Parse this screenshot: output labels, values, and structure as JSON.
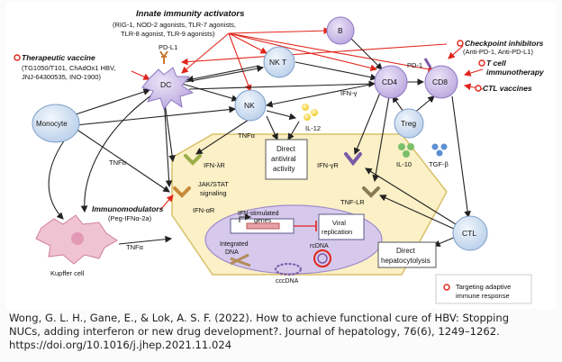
{
  "diagram": {
    "innate": {
      "title": "Innate immunity activators",
      "line1": "(RIG-1, NOD-2 agonists, TLR-7 agonists,",
      "line2": "TLR-8 agonist, TLR-9 agonists)"
    },
    "vaccine": {
      "title": "Therapeutic vaccine",
      "line1": "(TG1050/T101, ChAdOx1 HBV,",
      "line2": "JNJ-64300535, INO-1900)"
    },
    "checkpoint": {
      "title": "Checkpoint inhibitors",
      "line1": "(Anti-PD-1, Anti-PD-L1)"
    },
    "tcell": {
      "line1": "T cell",
      "line2": "immunotherapy"
    },
    "ctl_vaccines": "CTL vaccines",
    "immunomod": {
      "title": "Immunomodulators",
      "line1": "(Peg-IFNα-2a)"
    },
    "cells": {
      "dc": "DC",
      "pdl1": "PD-L1",
      "nkt": "NK T",
      "b": "B",
      "nk": "NK",
      "cd4": "CD4",
      "cd8": "CD8",
      "pd1": "PD-1",
      "treg": "Treg",
      "monocyte": "Monocyte",
      "kupffer": "Kupffer cell",
      "ctl": "CTL"
    },
    "signals": {
      "tnfa_nk": "TNFα",
      "il12": "IL-12",
      "ifng": "IFN-γ",
      "il10": "IL-10",
      "tgfb": "TGF-β",
      "tnfa_mono": "TNFα",
      "tnfa_kupffer": "TNFα"
    },
    "hepatocyte": {
      "ifn_lr": "IFN-λR",
      "ifn_gr": "IFN-γR",
      "ifn_ar": "IFN-αR",
      "tnf_lr": "TNF-LR",
      "jak1": "JAK/STAT",
      "jak2": "signaling",
      "isg1": "IFN-stimulated",
      "isg2": "genes",
      "viral1": "Viral",
      "viral2": "replication",
      "integrated1": "Integrated",
      "integrated2": "DNA",
      "rcdna": "rcDNA",
      "cccdna": "cccDNA"
    },
    "direct_antiviral": {
      "line1": "Direct",
      "line2": "antiviral",
      "line3": "activity"
    },
    "direct_hepato": {
      "line1": "Direct",
      "line2": "hepatocytolysis"
    },
    "legend": {
      "line1": "Targeting adaptive",
      "line2": "immune response"
    }
  },
  "citation": {
    "line1": "Wong, G. L. H., Gane, E., & Lok, A. S. F. (2022). How to achieve functional cure of HBV: Stopping",
    "line2": "NUCs, adding interferon or new drug development?. Journal of hepatology, 76(6), 1249–1262.",
    "line3": "https://doi.org/10.1016/j.jhep.2021.11.024"
  },
  "colors": {
    "arrow_red": "#e1251b",
    "cell_purple": "#c9b8e6",
    "cell_blue": "#cfe0f3",
    "hepatocyte_fill": "#fbf0c6",
    "hepatocyte_stroke": "#d9c06a",
    "nucleus": "#cdbfe6",
    "cytokine_yellow": "#f2c81e",
    "il10_green": "#7bbf6a",
    "tgfb_blue": "#5b8fd1",
    "kupffer_pink": "#f0c3d3"
  }
}
